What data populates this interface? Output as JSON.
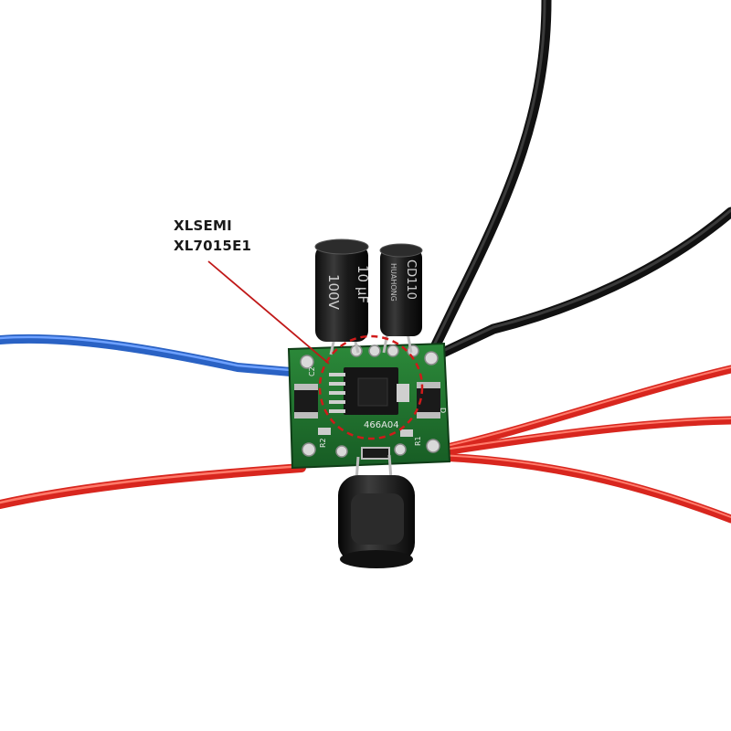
{
  "annotation": {
    "line1": "XLSEMI",
    "line2": "XL7015E1",
    "pointer_color": "#c01818",
    "highlight_color": "#d01a1a"
  },
  "components": {
    "capacitor_left": {
      "label_a": "10 µF",
      "label_b": "100V"
    },
    "capacitor_right": {
      "label_a": "CD110",
      "label_b": "HUAHONG"
    },
    "pcb_marking": "466A04",
    "pcb_pad_labels": {
      "left_top": "C2",
      "left_bottom": "R2",
      "right_bottom": "R1",
      "right_top": "D"
    }
  },
  "colors": {
    "pcb": "#1f6e2c",
    "wire_red": "#e8322a",
    "wire_blue": "#2f6fd6",
    "wire_black": "#141414",
    "inductor": "#1b1b1b"
  }
}
